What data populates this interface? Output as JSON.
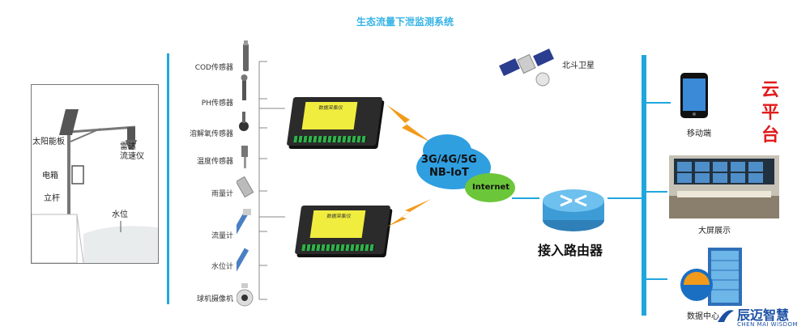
{
  "title": "生态流量下泄监测系统",
  "site": {
    "solar_panel": "太阳能板",
    "radar": "雷达\n流速仪",
    "radar_line1": "雷达",
    "radar_line2": "流速仪",
    "electric_box": "电箱",
    "pole": "立杆",
    "water_level": "水位"
  },
  "sensors": [
    {
      "label": "COD传感器"
    },
    {
      "label": "PH传感器"
    },
    {
      "label": "溶解氧传感器"
    },
    {
      "label": "温度传感器"
    },
    {
      "label": "雨量计"
    },
    {
      "label": "流量计"
    },
    {
      "label": "水位计"
    },
    {
      "label": "球机摄像机"
    }
  ],
  "collector_panel_label": "数据采集仪",
  "network": {
    "cellular": "3G/4G/5G",
    "nbiot": "NB-IoT",
    "internet": "Internet",
    "satellite": "北斗卫星"
  },
  "router_label": "接入路由器",
  "cloud_platform": "云平台",
  "clients": {
    "mobile": "移动端",
    "big_screen": "大屏展示",
    "data_center": "数据中心"
  },
  "logo": {
    "name": "辰迈智慧",
    "english": "CHEN MAI WISDOM"
  },
  "colors": {
    "bus": "#1fa7dd",
    "title": "#35b3e6",
    "cloud_platform": "#e11b1b",
    "collector_panel": "#f1ed3f",
    "cloud_blue": "#2f9fe0",
    "cloud_green": "#6cc63a"
  }
}
